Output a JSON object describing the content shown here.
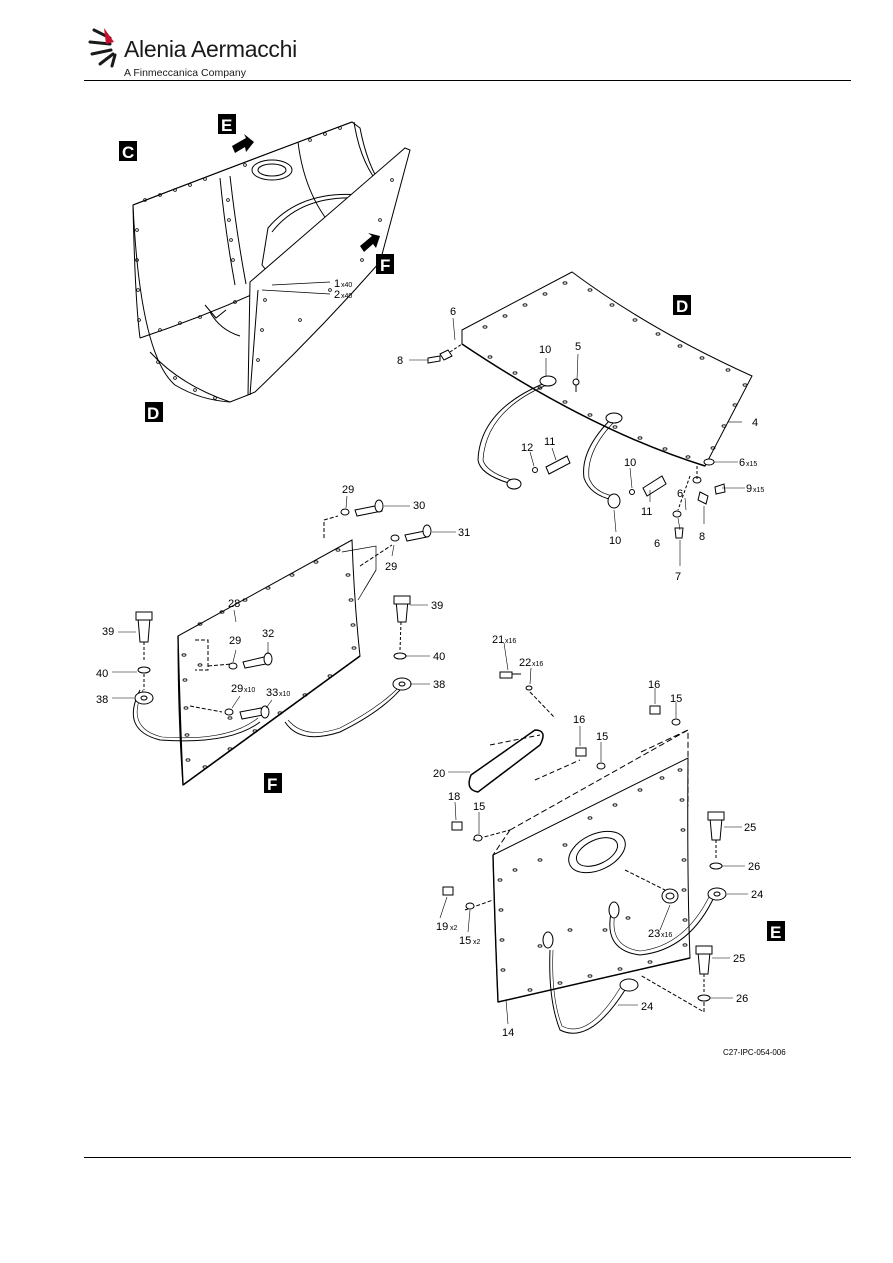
{
  "header": {
    "company": "Alenia Aermacchi",
    "tagline": "A Finmeccanica Company"
  },
  "views": {
    "C": "C",
    "D_top": "D",
    "D_bottom": "D",
    "E_top": "E",
    "E_bottom": "E",
    "F_top": "F",
    "F_bottom": "F"
  },
  "callouts": {
    "c1": "1",
    "c1q": "x40",
    "c2": "2",
    "c2q": "x40",
    "d4": "4",
    "d5": "5",
    "d6a": "6",
    "d6b": "6",
    "d6c": "6",
    "d6cq": "x15",
    "d7": "7",
    "d8a": "8",
    "d8b": "8",
    "d9": "9",
    "d9q": "x15",
    "d10a": "10",
    "d10b": "10",
    "d10c": "10",
    "d11a": "11",
    "d11b": "11",
    "d12": "12",
    "f28": "28",
    "f29a": "29",
    "f29b": "29",
    "f29c": "29",
    "f29d": "29",
    "f29dq": "x10",
    "f30": "30",
    "f31": "31",
    "f32": "32",
    "f33": "33",
    "f33q": "x10",
    "f38a": "38",
    "f38b": "38",
    "f39a": "39",
    "f39b": "39",
    "f40a": "40",
    "f40b": "40",
    "e14": "14",
    "e15a": "15",
    "e15b": "15",
    "e15c": "15",
    "e15d": "15",
    "e15dq": "x2",
    "e16a": "16",
    "e16b": "16",
    "e18": "18",
    "e19": "19",
    "e19q": "x2",
    "e20": "20",
    "e21": "21",
    "e21q": "x16",
    "e22": "22",
    "e22q": "x16",
    "e23": "23",
    "e23q": "x16",
    "e24a": "24",
    "e24b": "24",
    "e25a": "25",
    "e25b": "25",
    "e26a": "26",
    "e26b": "26"
  },
  "figure_ref": "C27-IPC-054-006"
}
